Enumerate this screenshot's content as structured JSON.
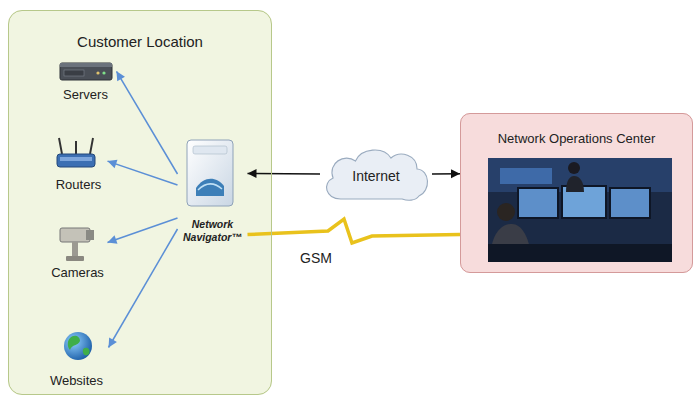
{
  "diagram": {
    "nodes": [
      {
        "text": [
          "Customer Location"
        ]
      },
      {
        "text": [
          "Servers"
        ],
        "in": 0
      },
      {
        "text": [
          "Routers"
        ],
        "in": 0
      },
      {
        "text": [
          "Network Navigator™"
        ],
        "in": 0
      },
      {
        "text": [
          "Cameras"
        ],
        "in": 0
      },
      {
        "text": [
          "Websites"
        ],
        "in": 0
      },
      {
        "text": [
          "Internet"
        ]
      },
      {
        "text": [
          "Network Operations Center"
        ]
      }
    ],
    "edges": [
      {
        "from": 3,
        "to": 1,
        "arrow": "to"
      },
      {
        "from": 3,
        "to": 2,
        "arrow": "to"
      },
      {
        "from": 3,
        "to": 4,
        "arrow": "to"
      },
      {
        "from": 3,
        "to": 5,
        "arrow": "to"
      },
      {
        "from": 6,
        "to": 3,
        "arrow": "to"
      },
      {
        "from": 6,
        "to": 7,
        "arrow": "to"
      },
      {
        "from": 3,
        "to": 7,
        "label": "GSM",
        "arrow": "none"
      }
    ]
  }
}
